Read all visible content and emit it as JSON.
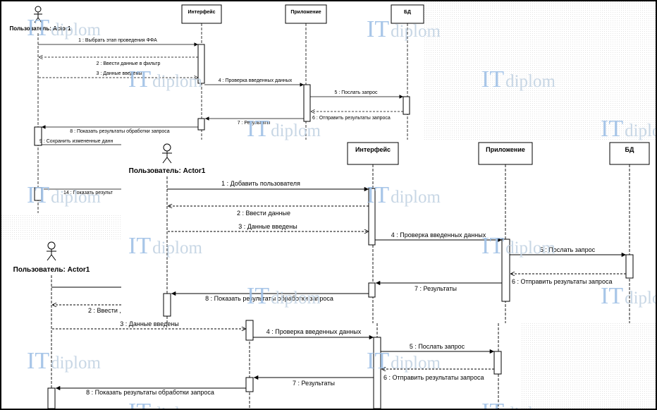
{
  "watermark": {
    "prefix": "IT",
    "suffix": "diplom",
    "prefix_color": "#9fc0e6",
    "suffix_color": "#c3d3e3"
  },
  "diagram_top": {
    "participants": {
      "actor": "Пользователь: Actor1",
      "interface": "Интерфейс",
      "app": "Приложение",
      "db": "БД"
    },
    "messages": [
      "1 : Выбрать этап проведения ФФА",
      "2 : Ввести данные в фильтр",
      "3 : Данные введены",
      "4 : Проверка введенных данных",
      "5 : Послать запрос",
      "6 : Отправить результаты запроса",
      "7 : Результаты",
      "8 : Показать результаты обработки запроса",
      "9 : Сохранить измененные данн",
      "14 : Показать результ"
    ]
  },
  "diagram_middle": {
    "participants": {
      "actor": "Пользователь: Actor1",
      "interface": "Интерфейс",
      "app": "Приложение",
      "db": "БД"
    },
    "messages": [
      "1 : Добавить пользователя",
      "2 : Ввести данные",
      "3 : Данные введены",
      "4 : Проверка введенных данных",
      "5 : Послать запрос",
      "6 : Отправить результаты запроса",
      "7 : Результаты",
      "8 : Показать результаты обработки запроса"
    ]
  },
  "diagram_bottom": {
    "participants": {
      "actor": "Пользователь: Actor1"
    },
    "messages": [
      "2 : Ввести ,",
      "3 : Данные введены",
      "4 : Проверка введенных данных",
      "5 : Послать запрос",
      "6 : Отправить результаты запроса",
      "7 : Результаты",
      "8 : Показать результаты обработки запроса"
    ]
  }
}
